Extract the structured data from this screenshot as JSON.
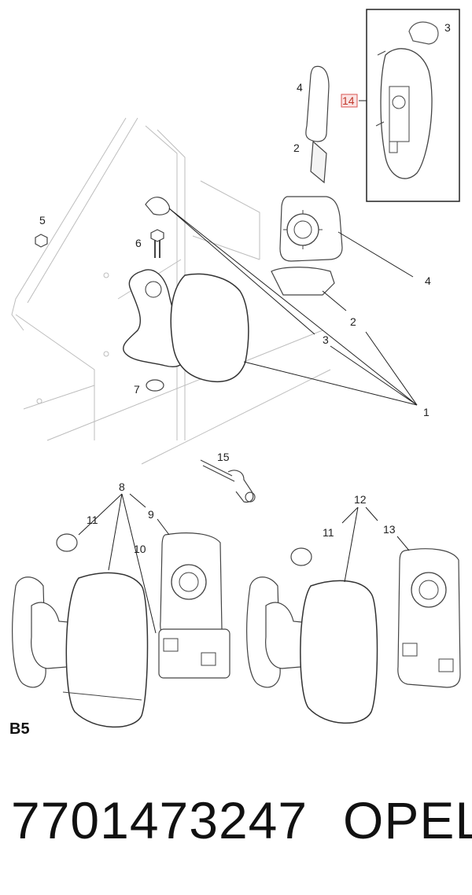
{
  "diagram": {
    "section": "B5",
    "callouts": {
      "c1": "1",
      "c2": "2",
      "c2b": "2",
      "c3": "3",
      "c3b": "3",
      "c4": "4",
      "c4b": "4",
      "c5": "5",
      "c6": "6",
      "c7": "7",
      "c8": "8",
      "c9": "9",
      "c10": "10",
      "c11a": "11",
      "c11b": "11",
      "c12": "12",
      "c13": "13",
      "c14": "14",
      "c15": "15"
    }
  },
  "footer": {
    "part_number": "7701473247",
    "brand": "OPEL"
  }
}
